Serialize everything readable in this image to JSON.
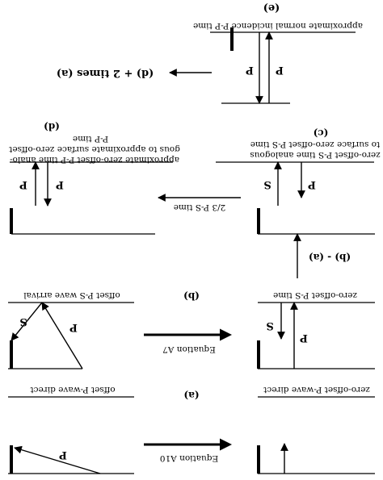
{
  "panels": {
    "a_left_label": "offset P-wave direct",
    "a_right_label": "zero-offset P-wave direct",
    "a_tag": "(a)",
    "a_equation": "Equation A10",
    "b_left_label": "offset P-S wave arrival",
    "b_right_label": "zero-offset P-S time",
    "b_tag": "(b)",
    "b_equation": "Equation A7",
    "ba_tag": "(b) - (a)",
    "c_tag": "(c)",
    "c_label_line1": "zero-offset P-S time analogous",
    "c_label_line2": "to surface zero-offset P-S time",
    "c_transfer": "2/3 P-S time",
    "d_tag": "(d)",
    "d_label_line1": "approximate zero-offset P-P time analo-",
    "d_label_line2": "gous to approximate surface zero-offset",
    "d_label_line3": "P-P time",
    "e_tag": "(e)",
    "e_label": "approximate normal incidence P-P time",
    "d_plus_a": "(d) + 2 times (a)"
  },
  "symbols": {
    "p": "P",
    "s": "S"
  }
}
